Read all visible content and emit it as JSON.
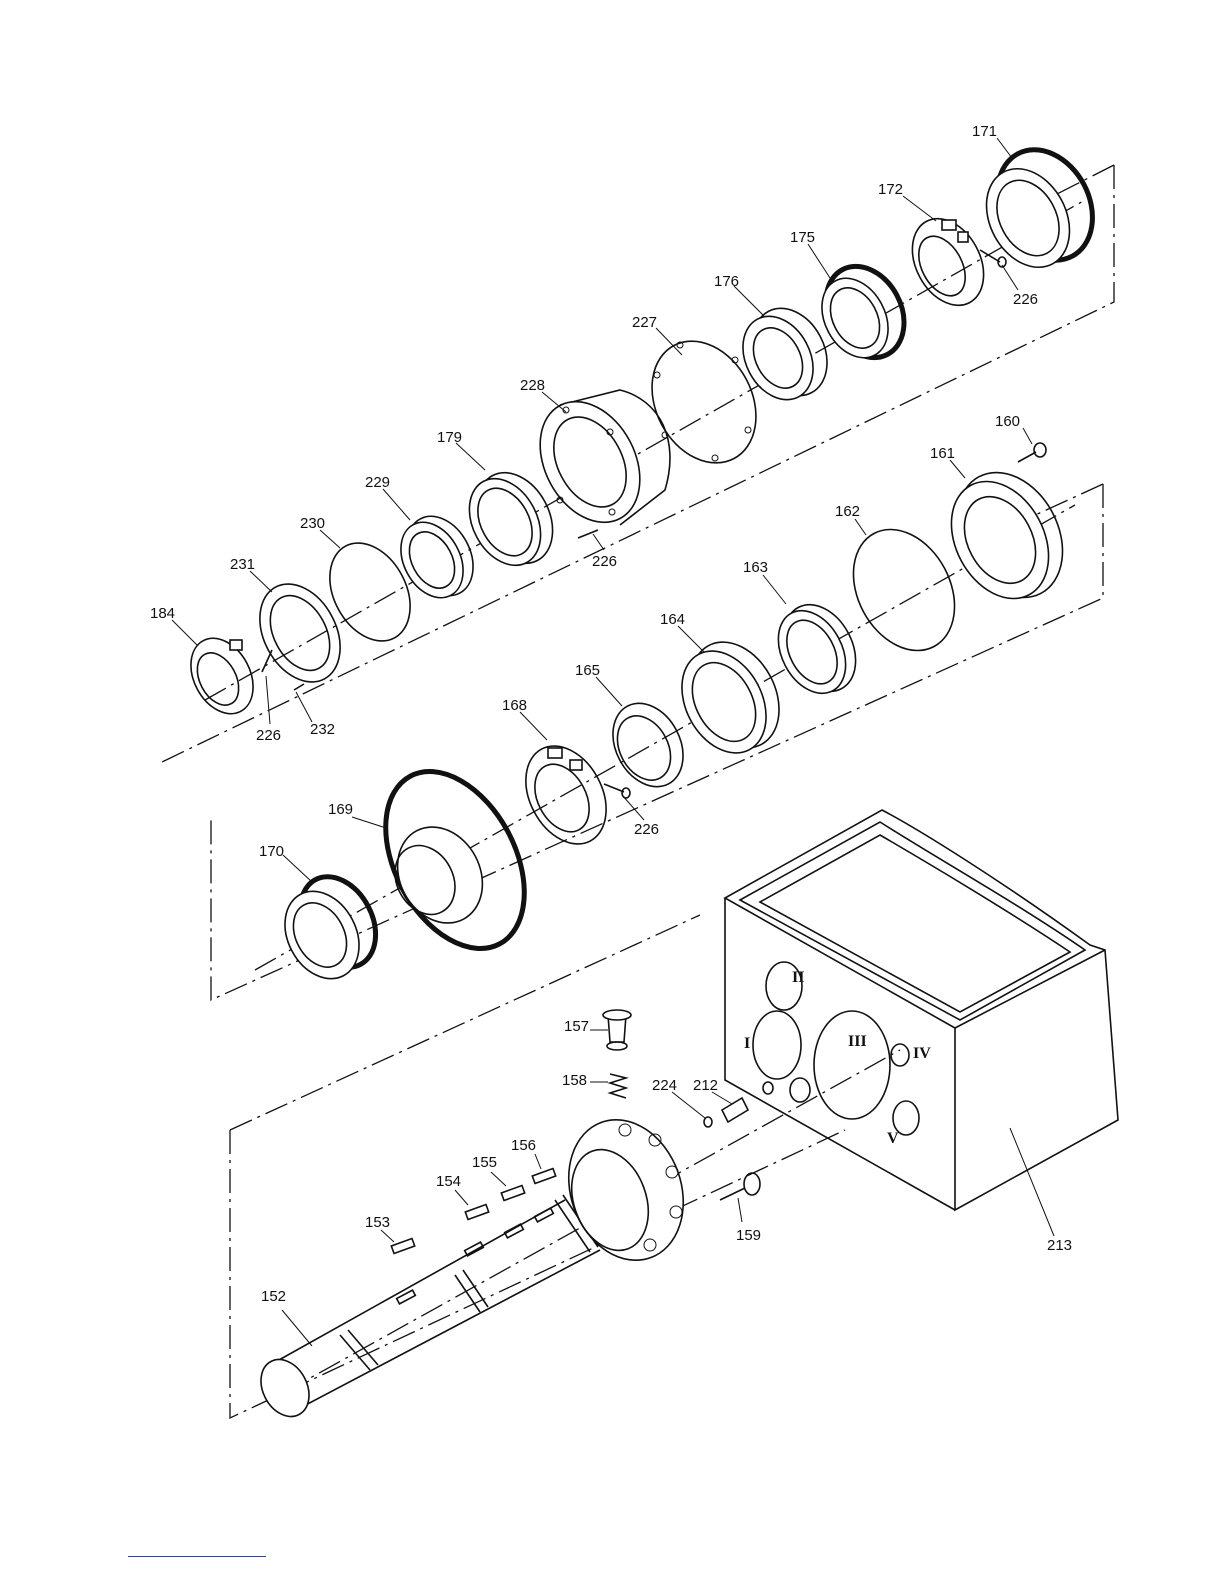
{
  "labels": {
    "p171": "171",
    "p172": "172",
    "p175": "175",
    "p176": "176",
    "p226a": "226",
    "p227": "227",
    "p228": "228",
    "p179": "179",
    "p229": "229",
    "p230": "230",
    "p231": "231",
    "p184": "184",
    "p226b": "226",
    "p232": "232",
    "p226c": "226",
    "p160": "160",
    "p161": "161",
    "p162": "162",
    "p163": "163",
    "p164": "164",
    "p165": "165",
    "p168": "168",
    "p226d": "226",
    "p169": "169",
    "p170": "170",
    "p157": "157",
    "p158": "158",
    "p224": "224",
    "p212": "212",
    "p156": "156",
    "p155": "155",
    "p154": "154",
    "p153": "153",
    "p152": "152",
    "p159": "159",
    "p213": "213"
  },
  "bore_marks": {
    "I": "I",
    "II": "II",
    "III": "III",
    "IV": "IV",
    "V": "V"
  }
}
